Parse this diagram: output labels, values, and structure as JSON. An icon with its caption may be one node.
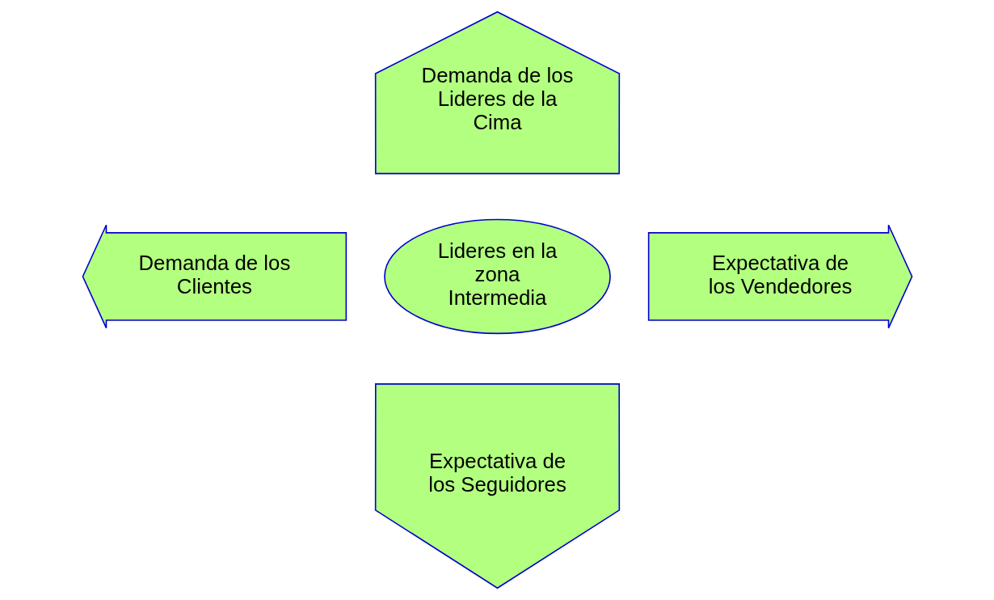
{
  "diagram": {
    "nodes": [
      {
        "text": [
          "Demanda de los Lideres de la Cima"
        ]
      },
      {
        "text": [
          "Demanda de los Clientes"
        ]
      },
      {
        "text": [
          "Lideres en la zona Intermedia"
        ]
      },
      {
        "text": [
          "Expectativa de los Vendedores"
        ]
      },
      {
        "text": [
          "Expectativa de los Seguidores"
        ]
      }
    ]
  }
}
